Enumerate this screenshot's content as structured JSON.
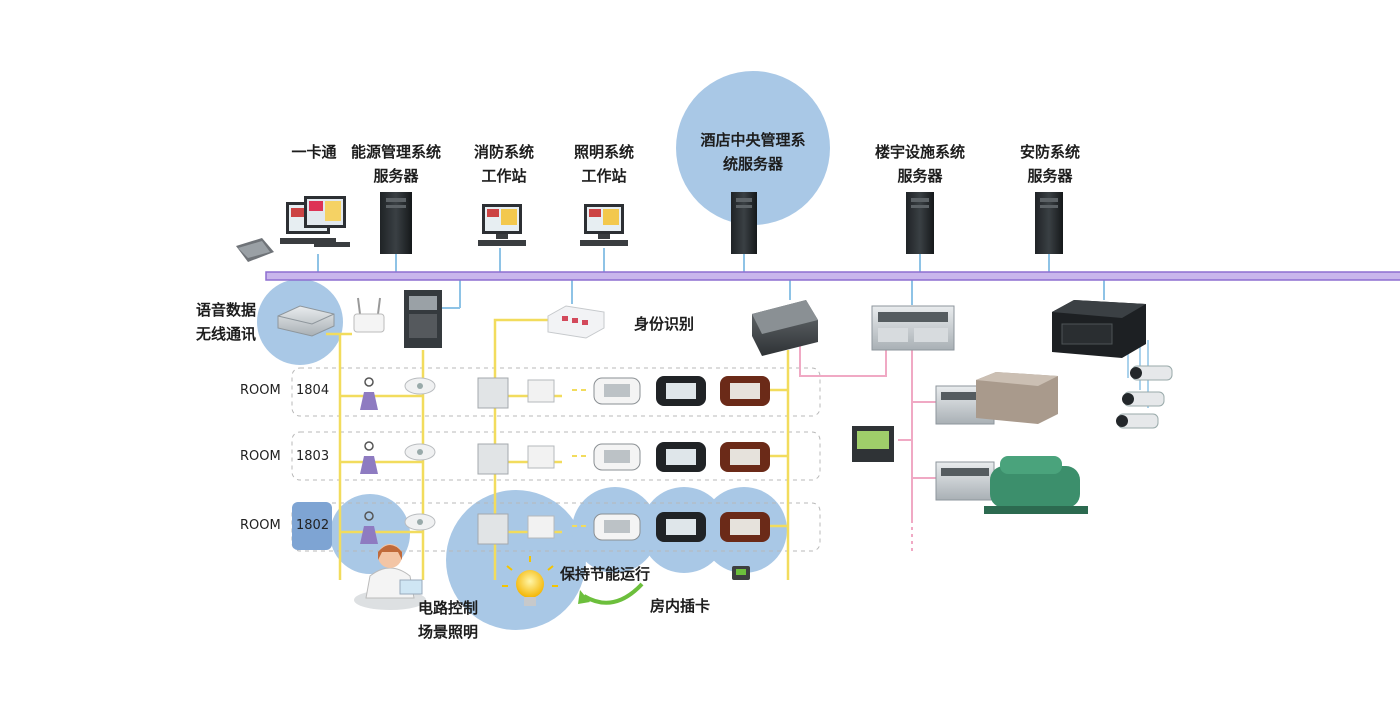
{
  "top_nodes": [
    {
      "line1": "一卡通",
      "line2": ""
    },
    {
      "line1": "能源管理系统",
      "line2": "服务器"
    },
    {
      "line1": "消防系统",
      "line2": "工作站"
    },
    {
      "line1": "照明系统",
      "line2": "工作站"
    },
    {
      "line1": "酒店中央管理系",
      "line2": "统服务器"
    },
    {
      "line1": "楼宇设施系统",
      "line2": "服务器"
    },
    {
      "line1": "安防系统",
      "line2": "服务器"
    }
  ],
  "wireless": {
    "line1": "语音数据",
    "line2": "无线通讯"
  },
  "identity": "身份识别",
  "rooms": [
    {
      "prefix": "ROOM",
      "number": "1804"
    },
    {
      "prefix": "ROOM",
      "number": "1803"
    },
    {
      "prefix": "ROOM",
      "number": "1802"
    }
  ],
  "bottom": {
    "energy": "保持节能运行",
    "card": "房内插卡",
    "circuit_line1": "电路控制",
    "circuit_line2": "场景照明"
  },
  "colors": {
    "bus": "#a87fd6",
    "yellow": "#f2dc5d",
    "pink": "#f0a9c4",
    "blue_link": "#8ec3e6",
    "circle": "#a9c8e6"
  }
}
